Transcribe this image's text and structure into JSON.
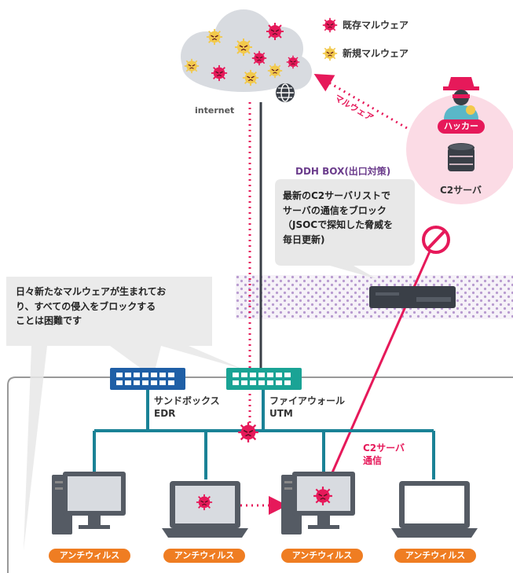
{
  "legend": {
    "known": "既存マルウェア",
    "new": "新規マルウェア"
  },
  "internet_label": "internet",
  "malware_arrow_label": "マルウェア",
  "hacker_label": "ハッカー",
  "c2_server_label": "C2サーバ",
  "ddh": {
    "title": "DDH BOX(出口対策)",
    "lines": [
      "最新のC2サーバリストで",
      "サーバの通信をブロック",
      "（JSOCで探知した脅威を",
      "毎日更新)"
    ]
  },
  "left_bubble": {
    "lines": [
      "日々新たなマルウェアが生まれてお",
      "り、すべての侵入をブロックする",
      "ことは困難です"
    ]
  },
  "sandbox_labels": [
    "サンドボックス",
    "EDR"
  ],
  "firewall_labels": [
    "ファイアウォール",
    "UTM"
  ],
  "c2_comm_labels": [
    "C2サーバ",
    "通信"
  ],
  "antivirus_label": "アンチウィルス",
  "colors": {
    "malware_known": "#e6195a",
    "malware_new": "#f2c94c",
    "network_line": "#1a8296",
    "firewall": "#1aa395",
    "sandbox": "#1f5fa6",
    "antivirus": "#ef7d22",
    "ddh_purple": "#6b3c8c"
  }
}
